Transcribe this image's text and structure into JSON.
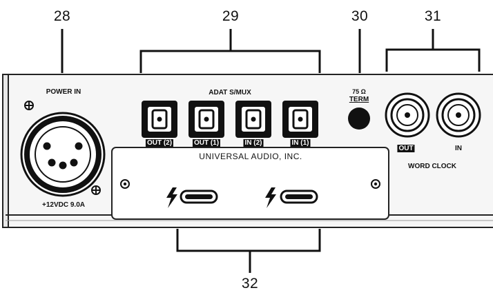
{
  "callouts": {
    "c28": "28",
    "c29": "29",
    "c30": "30",
    "c31": "31",
    "c32": "32"
  },
  "power": {
    "title": "POWER IN",
    "rating": "+12VDC 9.0A"
  },
  "adat": {
    "title": "ADAT S/MUX",
    "ports": [
      "OUT (2)",
      "OUT (1)",
      "IN (2)",
      "IN (1)"
    ]
  },
  "term": {
    "value": "75 Ω",
    "label": "TERM"
  },
  "word_clock": {
    "title": "WORD CLOCK",
    "out": "OUT",
    "in": "IN"
  },
  "thunderbolt_card": {
    "brand": "UNIVERSAL AUDIO, INC."
  }
}
